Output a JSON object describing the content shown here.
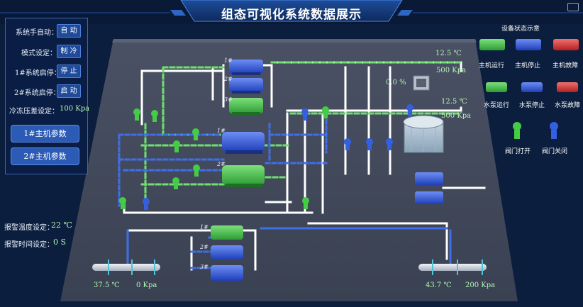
{
  "title": "组态可视化系统数据展示",
  "colors": {
    "background": "#0b1e3d",
    "floor": "#3e4658",
    "pipe": "#ffffff",
    "dash_green": "#6ee06e",
    "dash_blue": "#3f6fe8",
    "running": "#3fc33f",
    "stopped": "#2f56d8",
    "fault": "#d63a3a"
  },
  "controls": {
    "auto_label": "系统手自动：",
    "auto_value": "自 动",
    "mode_label": "模式设定：",
    "mode_value": "制 冷",
    "sys1_label": "1#系统启停：",
    "sys1_value": "停 止",
    "sys2_label": "2#系统启停：",
    "sys2_value": "启 动",
    "pressure_label": "冷冻压差设定：",
    "pressure_value": "100 Kpa",
    "host1_button": "1#主机参数",
    "host2_button": "2#主机参数"
  },
  "alarm": {
    "temp_label": "报警温度设定：",
    "temp_value": "22 ℃",
    "time_label": "报警时间设定：",
    "time_value": "0  S"
  },
  "legend": {
    "title": "设备状态示意",
    "host_running": "主机运行",
    "host_stopped": "主机停止",
    "host_fault": "主机故障",
    "pump_running": "水泵运行",
    "pump_stopped": "水泵停止",
    "pump_fault": "水泵故障",
    "valve_open": "阀门打开",
    "valve_closed": "阀门关闭"
  },
  "readings": {
    "top_temp": "12.5 ℃",
    "top_pressure": "500 Kpa",
    "mid_temp": "12.5 ℃",
    "mid_pressure": "500 Kpa",
    "valve_percent": "0.0  %",
    "left_temp": "37.5 ℃",
    "left_pressure": "0  Kpa",
    "right_temp": "43.7 ℃",
    "right_pressure": "200 Kpa"
  },
  "unit_labels": {
    "top_1": "1#",
    "top_2": "2#",
    "top_3": "3#",
    "mid_1": "1#",
    "mid_2": "2#",
    "bot_1": "1#",
    "bot_2": "2#",
    "bot_3": "3#"
  },
  "icons": [
    "chiller-host-icon",
    "water-pump-icon",
    "valve-icon",
    "cooling-tower-icon",
    "header-pipe-icon",
    "fan-icon"
  ]
}
